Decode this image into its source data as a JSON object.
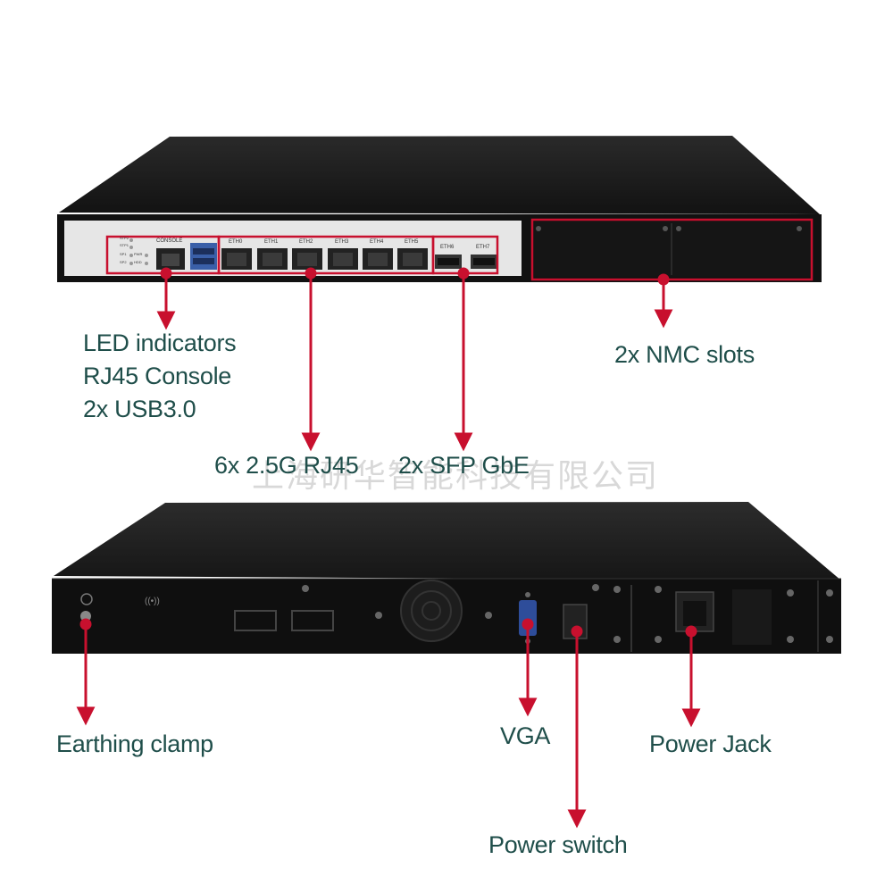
{
  "front_panel": {
    "console_label": "CONSOLE",
    "led_labels": [
      "STP2",
      "STP1",
      "SP1",
      "PWR",
      "SP2",
      "HDD"
    ],
    "eth_labels": [
      "ETH0",
      "ETH1",
      "ETH2",
      "ETH3",
      "ETH4",
      "ETH5"
    ],
    "sfp_labels": [
      "ETH6",
      "ETH7"
    ]
  },
  "callouts": {
    "led_group": "LED indicators\nRJ45 Console\n2x USB3.0",
    "rj45": "6x 2.5G RJ45",
    "sfp": "2x SFP GbE",
    "nmc": "2x NMC slots",
    "earthing": "Earthing clamp",
    "vga": "VGA",
    "power_jack": "Power Jack",
    "power_switch": "Power switch"
  },
  "watermark": "上海研华智能科技有限公司",
  "colors": {
    "callout_red": "#c8102e",
    "label_text": "#1f4e4a",
    "chassis": "#1a1a1a",
    "panel": "#e6e6e6"
  }
}
